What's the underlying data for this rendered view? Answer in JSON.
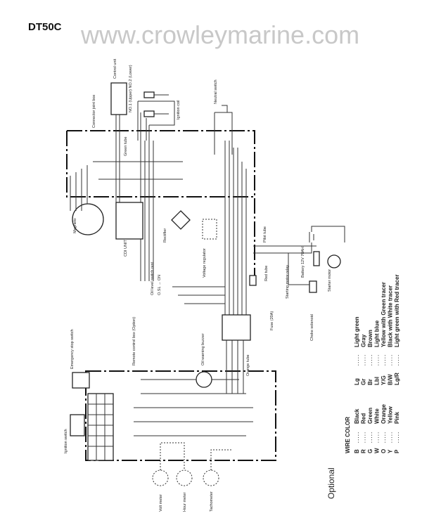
{
  "title": "DT50C",
  "watermark": "www.crowleymarine.com",
  "components": {
    "control_unit": "Control unit",
    "control_unit_note": "NO.1 (Upper) NO.2 (Lower)",
    "connector_joint_box": "Connector joint box",
    "ignition_coil": "Ignition coil",
    "neutral_switch": "Neutral switch",
    "green_tube": "Green tube",
    "magneto": "Magneto",
    "cdi_unit": "CDI UNIT",
    "rectifier": "Rectifier",
    "voltage_regulator": "Voltage regulator",
    "pilot_tube": "Pilot tube",
    "battery": "Battery 12V 70AH",
    "starter_motor": "Starter motor",
    "red_tube": "Red tube",
    "starting_motor_relay": "Starting motor relay",
    "choke_solenoid": "Choke solenoid",
    "fuse": "Fuse (20A)",
    "oil_level_switch": "Oil level switch rest",
    "oil_level_switch_note": "O.SL → ON",
    "oil_warning_buzzer": "Oil warning buzzer",
    "orange_tube": "Orange tube",
    "remote_control_box": "Remote control box (Option)",
    "emergency_stop_switch": "Emergency stop switch",
    "ignition_switch": "Ignition switch",
    "volt_meter": "Volt meter",
    "hour_meter": "Hour meter",
    "tachometer": "Tachometer"
  },
  "optional_label": "Optional",
  "wire_color": {
    "heading": "WIRE COLOR",
    "col1": [
      {
        "code": "B",
        "name": "Black"
      },
      {
        "code": "R",
        "name": "Red"
      },
      {
        "code": "G",
        "name": "Green"
      },
      {
        "code": "W",
        "name": "White"
      },
      {
        "code": "O",
        "name": "Orange"
      },
      {
        "code": "Y",
        "name": "Yellow"
      },
      {
        "code": "P",
        "name": "Pink"
      }
    ],
    "col2": [
      {
        "code": "Lg",
        "name": "Light green"
      },
      {
        "code": "Gr",
        "name": "Gray"
      },
      {
        "code": "Br",
        "name": "Brown"
      },
      {
        "code": "Lbl",
        "name": "Light blue"
      },
      {
        "code": "Y/G",
        "name": "Yellow with Green tracer"
      },
      {
        "code": "B/W",
        "name": "Black with White tracer"
      },
      {
        "code": "Lg/R",
        "name": "Light green with Red tracer"
      }
    ]
  }
}
